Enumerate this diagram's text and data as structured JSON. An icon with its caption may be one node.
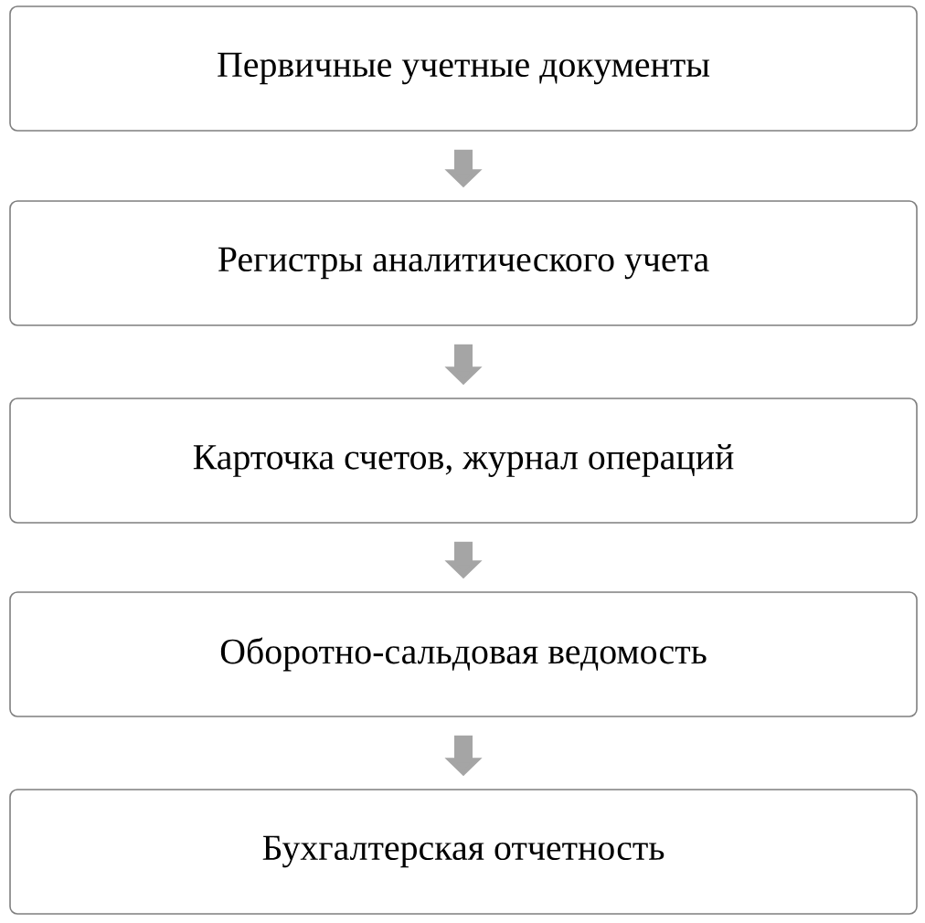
{
  "diagram": {
    "nodes": [
      {
        "text": [
          "Первичные учетные документы"
        ]
      },
      {
        "text": [
          "Регистры аналитического учета"
        ]
      },
      {
        "text": [
          "Карточка счетов, журнал операций"
        ]
      },
      {
        "text": [
          "Оборотно-сальдовая ведомость"
        ]
      },
      {
        "text": [
          "Бухгалтерская отчетность"
        ]
      }
    ],
    "edges": [
      {
        "from": 0,
        "to": 1,
        "arrow": "to"
      },
      {
        "from": 1,
        "to": 2,
        "arrow": "to"
      },
      {
        "from": 2,
        "to": 3,
        "arrow": "to"
      },
      {
        "from": 3,
        "to": 4,
        "arrow": "to"
      }
    ]
  }
}
